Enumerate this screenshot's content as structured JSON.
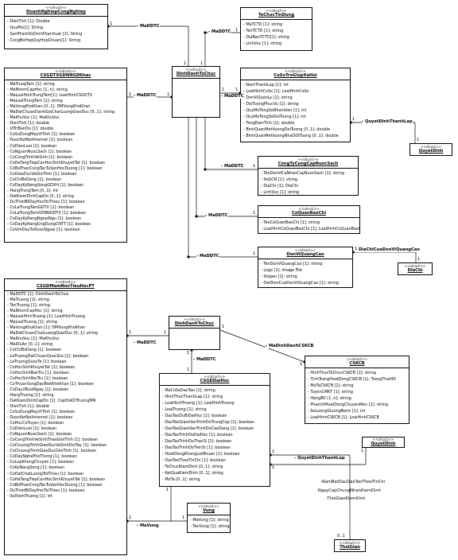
{
  "classes": {
    "dnc": {
      "stereotype": "<<struct>>",
      "name": "DoanhNghiepCongNghiep",
      "attrs": [
        "- DienTich [1]: Double",
        "- QuyMo[1]: String",
        "- SanPhamDoDonViSanXuat [1]: String",
        "- CongBoHopQuyHopChuan[1]: String"
      ]
    },
    "tctd": {
      "stereotype": "<<struct>>",
      "name": "ToChucTinDung",
      "attrs": [
        "- MaTCTD [1]: string",
        "- TenTCTD [1]: string",
        "- DiaBanTCTD[1]: string",
        "- LinhVuc [1]: string"
      ]
    },
    "ddtc1": {
      "stereotype": "<<struct>>",
      "name": "DinhDanhToChuc",
      "attrs": []
    },
    "csgdtx": {
      "stereotype": "<<struct>>",
      "name": "CSGDTXGDNNGDKhac",
      "attrs": [
        "- MaTrungTam [1]: string",
        "- MaNhomCapHoc [1..n]: string",
        "- MaLoaiHinhTrungTam[1]: LoaiHinhCSGDTX",
        "- MaLoaiTrungTam [1]: string",
        "- MaVungKhoKhan [0..1]: DMVungKhoKhan",
        "- MaDatChuanDanhGiaChatLuongGiaoDuc [0..1]: string",
        "- MaKhuVuc [1]: MaKhuVuc",
        "- DienTich [1]: double",
        "- ViTriBanDo [1]: double",
        "- CoSuDungMayViTinh [1]: boolean",
        "- DuocKetNoiInternet [1]: boolean",
        "- CoDienLuoi [1]: boolean",
        "- CoNguonNuocSach [1]: boolean",
        "- CoCongTrinhVeSinh [1]: boolean",
        "- CoHaTangTiepCanHocSinhKhuyetTat [1]: boolean",
        "- CoBoPhanCongTacTuVanHocDuong [1]: boolean",
        "- CoGiaoDucVeGioiTinh [1]: boolean",
        "- CoChiBoDang [1]: boolean",
        "- CoDayKyNangSongGDXH [1]: boolean",
        "- HangTrungTam [0..1]: int",
        "- DatKiemDinhCapDo [0..1]: string",
        "- DuThietBiDayHocToiThieu [1]: boolean",
        "- CoLaTrungTamGDTX [1]: boolean",
        "- CoLaTrungTamGDNNGDTX [1]: boolean",
        "- CoDayKyNangNgoaiNgu [1]: boolean",
        "- CoDayKyNangUngDungCNTT [1]: boolean",
        "- CoVonDauTuNuocNgoai [1]: boolean"
      ]
    },
    "cstgxh": {
      "stereotype": "<<struct>>",
      "name": "CoSoTroGiupXaHoi",
      "attrs": [
        "- NamThanhLap [1]: int",
        "- LoaiHinhCoSo [1]: LoaiHinhCoSo",
        "- DonViQuanLy [1]: string",
        "- DoiTuongPhucVu [1]: string",
        "- QuyMoTongSoNhanVien [1]: int",
        "- QuyMoTongSoDoiTuong [1]: int",
        "- TongDienTich [1]: double",
        "- BinhQuanMetVuongDoiTuong [0..1]: double",
        "- BinhQuanMetVuongNhaOOiTuong [0..1]: double"
      ]
    },
    "qd1": {
      "stereotype": "<<struct>>",
      "name": "QuyetDinh",
      "attrs": []
    },
    "ctycc": {
      "stereotype": "<<struct>>",
      "name": "CongTyCungCapNuocSach",
      "attrs": [
        "- TenDonViCaNhanCapNuocSach [1]: string",
        "- SoGCN [1]: string",
        "- DiaChi [1]: DiaChi",
        "- LinhVuc [1]: string"
      ]
    },
    "cqbc": {
      "stereotype": "<<struct>>",
      "name": "CoQuanBaoChi",
      "attrs": [
        "- TenCoQuanBaoChi [1]: string",
        "- LoaiHinhCoQuanBaoChi [1]: LoaiHinhCoQuanBaoChi"
      ]
    },
    "dvqc": {
      "stereotype": "<<struct>>",
      "name": "DonViQuangCao",
      "attrs": [
        "- TenDonViQuangCao [1]: string",
        "- Logo [1]: Image File",
        "- Slogan [1]: string",
        "- DaiDienCuaDonViQuangCao [1]: string"
      ]
    },
    "diachi": {
      "stereotype": "<<struct>>",
      "name": "DiaChi",
      "attrs": []
    },
    "csgdmn": {
      "stereotype": "<<struct>>",
      "name": "CSGDMamNonTieuHocPT",
      "attrs": [
        "- MaDDTC [1]: DinhDanhToChuc",
        "- MaTruong [1]: string",
        "- TenTruong [1]: string",
        "- MaNhomCapHoc [1]: string",
        "- MaLoaiHinhTruong [1]: LoaiHinhTruong",
        "- MaLoaiTruong [1]: string",
        "- MaVungKhoKhan [1]: DMVungKhoKhan",
        "- MaDatChuanChatLuongGiaoDuc [0..1]: string",
        "- MaKhuVuc [1]: MaKhuVuc",
        "- MaiDuAn [0..1]: string",
        "- CoChiBoDang [1]: boolean",
        "- LaTruongDatChuanQuocGia [1]: boolean",
        "- LaTruongQuocTe [1]: boolean",
        "- CoHocSinhKhuyetTat [1]: boolean",
        "- CoHocSinhBanTru [1]: boolean",
        "- CoHocSinhNoiTru [1]: boolean",
        "- CoThuocVungDacBietKhoKhan [1]: boolean",
        "- CoDay2BuoiNgay [1]: boolean",
        "- HangTruong [1]: string",
        "- DatKiemDinhCapDo [1]: CapDoKDTruongMN",
        "- DienTich [1]: double",
        "- CoSuDungMayViTinh [1]: boolean",
        "- DuocKetNoiInternet [1]: boolean",
        "- CoHocCoTuyen [1]: boolean",
        "- CoDienLuoi [1]: boolean",
        "- CoNguonNuocSach [1]: boolean",
        "- CoCongTrinhVeSinhTheoGioiTinh [1]: boolean",
        "- CoChuongTrinhGiaoDucVeSinhDoiTay [1]: boolean",
        "- CoChuongTrinhGiaoDucGioiTinh [1]: boolean",
        "- CoDayNghePhoThong [1]: boolean",
        "- CoLopKhongChuyen [1]: boolean",
        "- CoKyNangSong [1]: boolean",
        "- CoDatChatLuongToiThieu [1]: boolean",
        "- CoHaTangTiepCanHocSinhKhuyetTat [1]: boolean",
        "- CoBoPhanCongTacTuVanHocDuong [1]: boolean",
        "- DuThietBiDayHocToiThieu [1]: boolean",
        "- SoDiemTruong [1]: int"
      ]
    },
    "ddtc2": {
      "stereotype": "<<struct>>",
      "name": "DinhDanhToChuc",
      "attrs": []
    },
    "cskcb": {
      "stereotype": "<<struct>>",
      "name": "CSKCB",
      "attrs": [
        "- HinhThucToChucCSKCB [1]: string",
        "- TinhTrangHoatDongCSKCB [1]: TrangThaiHD",
        "- MoTaCSKCB [1]: string",
        "- TuyenCMKT [1]: string",
        "- HangBV [1..n]: string",
        "- PhamViHoatDongChuyenMon [1]: string",
        "- SoLuongGiuongBenh [1]: int",
        "- LoaiHinhCSKCB [1]: LoaiHinhCSKCB"
      ]
    },
    "csgddh": {
      "stereotype": "<<struct>>",
      "name": "CSGDDaiHoc",
      "attrs": [
        "- MaCoSoDaoTao [1]: string",
        "- HinhThucThanhLap [1]: string",
        "- LoaiHinhTruong [1]: LoaiHinhTruong",
        "- LoaiTruong [1]: string",
        "- DaoTaoDuBiDaiHoc [1]: boolean",
        "- DaoTaoGiaoVienTrinhDoTrungCap [1]: boolean",
        "- DaoTaoGiaoVienTrinhDoCaoDang [1]: boolean",
        "- DaoTaoTrinhDoDaiHoc [1]: boolean",
        "- DaoTaoTrinhDoThacSi [1]: boolean",
        "- DaoTaoTrinhDoTienSi [1]: boolean",
        "- HoatDongKhongLoiNhuan [1]: boolean",
        "- DaoTaoTheoTinChi [1]: boolean",
        "- ToChucKiemDinh [0..1]: string",
        "- KetQuaKiemDinh [0..1]: string",
        "- MoTa [0..1]: string"
      ]
    },
    "qd2": {
      "stereotype": "<<struct>>",
      "name": "QuyetDinh",
      "attrs": []
    },
    "vung": {
      "stereotype": "<<struct>>",
      "name": "Vung",
      "attrs": [
        "- MaVung [1]: string",
        "- TenVung [1]: string"
      ]
    },
    "thoigian": {
      "stereotype": "<<struct>>",
      "name": "ThoiGian",
      "attrs": []
    }
  },
  "associations": {
    "a_dnc": "- MaDDTC",
    "a_tctd": "- MaDDTC",
    "a_csgdtx": "- MaDDTC",
    "a_cstgxh": "- MaDDTC",
    "a_ctycc": "- MaDDTC",
    "a_cqbc": "- MaDDTC",
    "a_dvqc": "- MaDDTC",
    "a_qd1": "- QuyetDinhThanhLap",
    "a_diachi": "- DiaChiCuaDonViQuangCao",
    "a_csgdmn": "- MaDDTC",
    "a_csgddh": "- MaDDTC",
    "a_cskcb": "- MaDinhDanhCSKCB",
    "a_qd2": "- QuyetDinhThanhLap",
    "a_vung": "- MaVung",
    "a_tg1": "-NamBatDauDaoTaoTheoTinChi",
    "a_tg2": "-NgayCapChungNhanKiemDinh",
    "a_tg3": "-ThoiGianKiemDinh"
  },
  "multiplicities": {
    "one": "1",
    "zero_one": "0..1"
  }
}
